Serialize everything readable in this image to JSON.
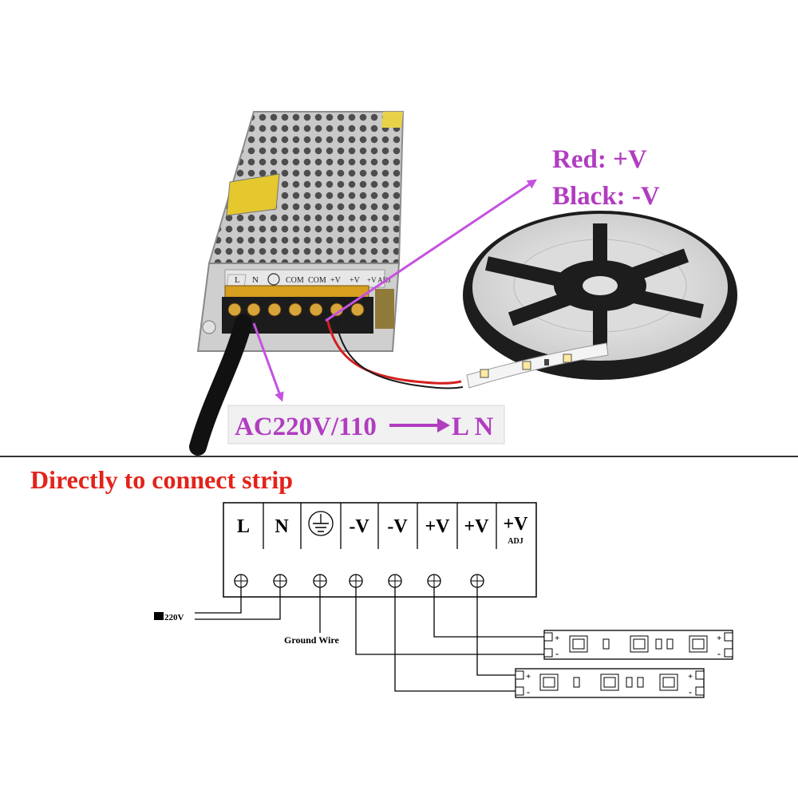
{
  "photo": {
    "wire_label_red": "Red: +V",
    "wire_label_black": "Black: -V",
    "ac_label": "AC220V/110",
    "ac_label_target": "L N",
    "psu_terminal_labels": [
      "L",
      "N",
      "COM",
      "COM",
      "+V",
      "+V",
      "+V ADJ"
    ]
  },
  "diagram": {
    "title": "Directly to connect strip",
    "terminals": [
      {
        "label": "L",
        "sub": ""
      },
      {
        "label": "N",
        "sub": ""
      },
      {
        "label": "",
        "sub": "",
        "icon": "ground-icon"
      },
      {
        "label": "-V",
        "sub": ""
      },
      {
        "label": "-V",
        "sub": ""
      },
      {
        "label": "+V",
        "sub": ""
      },
      {
        "label": "+V",
        "sub": ""
      },
      {
        "label": "+V",
        "sub": "ADJ"
      }
    ],
    "input_label": "220V",
    "ground_label": "Ground Wire",
    "strip_plus": "+",
    "strip_minus": "-"
  },
  "colors": {
    "annotation_purple": "#b13dc0",
    "arrow_violet": "#c552e0",
    "title_red": "#e2231a",
    "label_box_bg": "#f1f1f1"
  }
}
